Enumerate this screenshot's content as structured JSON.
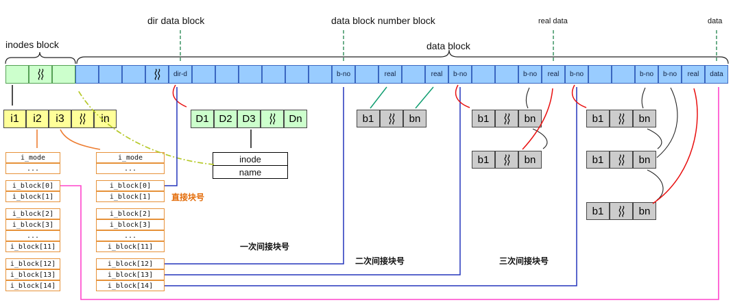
{
  "top_labels": {
    "dir_data_block": "dir data block",
    "data_block_number_block": "data block number block",
    "real_data": "real data",
    "data": "data",
    "inodes_block": "inodes block",
    "data_block": "data block"
  },
  "strip": {
    "green_cells": [
      {
        "label": ""
      },
      {
        "wavy": true
      },
      {
        "label": ""
      }
    ],
    "blue_cells": [
      {
        "label": ""
      },
      {
        "label": ""
      },
      {
        "label": ""
      },
      {
        "wavy": true
      },
      {
        "label": "dir-d"
      },
      {
        "label": ""
      },
      {
        "label": ""
      },
      {
        "label": ""
      },
      {
        "label": ""
      },
      {
        "label": ""
      },
      {
        "label": ""
      },
      {
        "label": "b-no"
      },
      {
        "label": ""
      },
      {
        "label": "real"
      },
      {
        "label": ""
      },
      {
        "label": "real"
      },
      {
        "label": "b-no"
      },
      {
        "label": ""
      },
      {
        "label": ""
      },
      {
        "label": "b-no"
      },
      {
        "label": "real"
      },
      {
        "label": "b-no"
      },
      {
        "label": ""
      },
      {
        "label": ""
      },
      {
        "label": "b-no"
      },
      {
        "label": "b-no"
      },
      {
        "label": "real"
      },
      {
        "label": "data"
      }
    ]
  },
  "inode_row": [
    {
      "label": "i1"
    },
    {
      "label": "i2"
    },
    {
      "label": "i3"
    },
    {
      "wavy": true
    },
    {
      "label": "in"
    }
  ],
  "dir_row": [
    {
      "label": "D1"
    },
    {
      "label": "D2"
    },
    {
      "label": "D3"
    },
    {
      "wavy": true
    },
    {
      "label": "Dn"
    }
  ],
  "b_table": {
    "cells": [
      {
        "label": "b1"
      },
      {
        "wavy": true
      },
      {
        "label": "bn"
      }
    ]
  },
  "inode_table": {
    "rows": [
      {
        "label": "i_mode"
      },
      {
        "label": "..."
      },
      {
        "gap": true
      },
      {
        "label": "i_block[0]"
      },
      {
        "label": "i_block[1]"
      },
      {
        "gap": true
      },
      {
        "label": "i_block[2]"
      },
      {
        "label": "i_block[3]"
      },
      {
        "label": "..."
      },
      {
        "label": "i_block[11]"
      },
      {
        "gap": true
      },
      {
        "label": "i_block[12]"
      },
      {
        "label": "i_block[13]"
      },
      {
        "label": "i_block[14]"
      }
    ]
  },
  "entry_table": {
    "rows": [
      {
        "label": "inode"
      },
      {
        "label": "name"
      }
    ]
  },
  "cn_labels": {
    "direct": "直接块号",
    "single": "一次间接块号",
    "double": "二次间接块号",
    "triple": "三次间接块号"
  },
  "colors": {
    "blue_cell": "#99ccff",
    "green_cell": "#ccffcc",
    "yellow_cell": "#ffff99",
    "gray_cell": "#cccccc",
    "orange_border": "#e69138",
    "arrow_red": "#e81010",
    "arrow_blue": "#2233bb",
    "arrow_teal": "#0f9d70",
    "arrow_orange": "#ed7d31",
    "arrow_olive": "#b5c827",
    "arrow_magenta": "#ff44cc"
  }
}
